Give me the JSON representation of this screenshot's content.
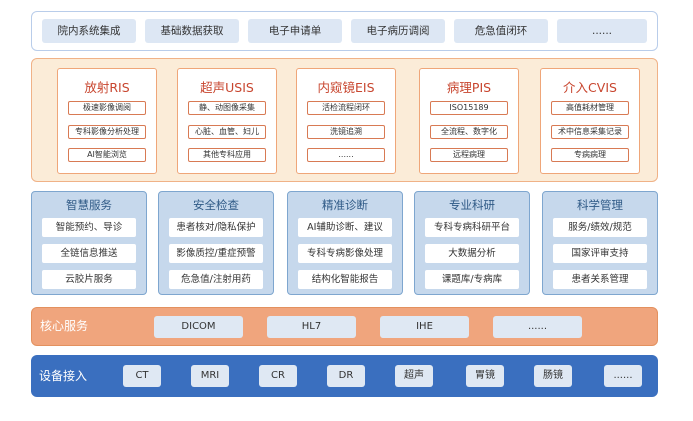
{
  "integration": {
    "items": [
      "院内系统集成",
      "基础数据获取",
      "电子申请单",
      "电子病历调阅",
      "危急值闭环",
      "......"
    ]
  },
  "subsystems": [
    {
      "title": "放射RIS",
      "items": [
        "极速影像调阅",
        "专科影像分析处理",
        "AI智能浏览"
      ]
    },
    {
      "title": "超声USIS",
      "items": [
        "静、动图像采集",
        "心脏、血管、妇儿",
        "其他专科应用"
      ]
    },
    {
      "title": "内窥镜EIS",
      "items": [
        "活检流程闭环",
        "洗镜追溯",
        "......"
      ]
    },
    {
      "title": "病理PIS",
      "items": [
        "ISO15189",
        "全流程、数字化",
        "远程病理"
      ]
    },
    {
      "title": "介入CVIS",
      "items": [
        "高值耗材管理",
        "术中信息采集记录",
        "专病病理"
      ]
    }
  ],
  "services": [
    {
      "title": "智慧服务",
      "items": [
        "智能预约、导诊",
        "全链信息推送",
        "云胶片服务"
      ]
    },
    {
      "title": "安全检查",
      "items": [
        "患者核对/隐私保护",
        "影像质控/重症预警",
        "危急值/注射用药"
      ]
    },
    {
      "title": "精准诊断",
      "items": [
        "AI辅助诊断、建议",
        "专科专病影像处理",
        "结构化智能报告"
      ]
    },
    {
      "title": "专业科研",
      "items": [
        "专科专病科研平台",
        "大数据分析",
        "课题库/专病库"
      ]
    },
    {
      "title": "科学管理",
      "items": [
        "服务/绩效/规范",
        "国家评审支持",
        "患者关系管理"
      ]
    }
  ],
  "core": {
    "label": "核心服务",
    "items": [
      "DICOM",
      "HL7",
      "IHE",
      "......"
    ]
  },
  "devices": {
    "label": "设备接入",
    "items": [
      "CT",
      "MRI",
      "CR",
      "DR",
      "超声",
      "胃镜",
      "肠镜",
      "......"
    ]
  },
  "colors": {
    "integration_border": "#b9cdea",
    "subsystem_bg": "#fbecd8",
    "subsystem_title": "#c8462f",
    "service_bg": "#c6d8ec",
    "core_bg": "#f0a57d",
    "devices_bg": "#3a6fbf"
  }
}
